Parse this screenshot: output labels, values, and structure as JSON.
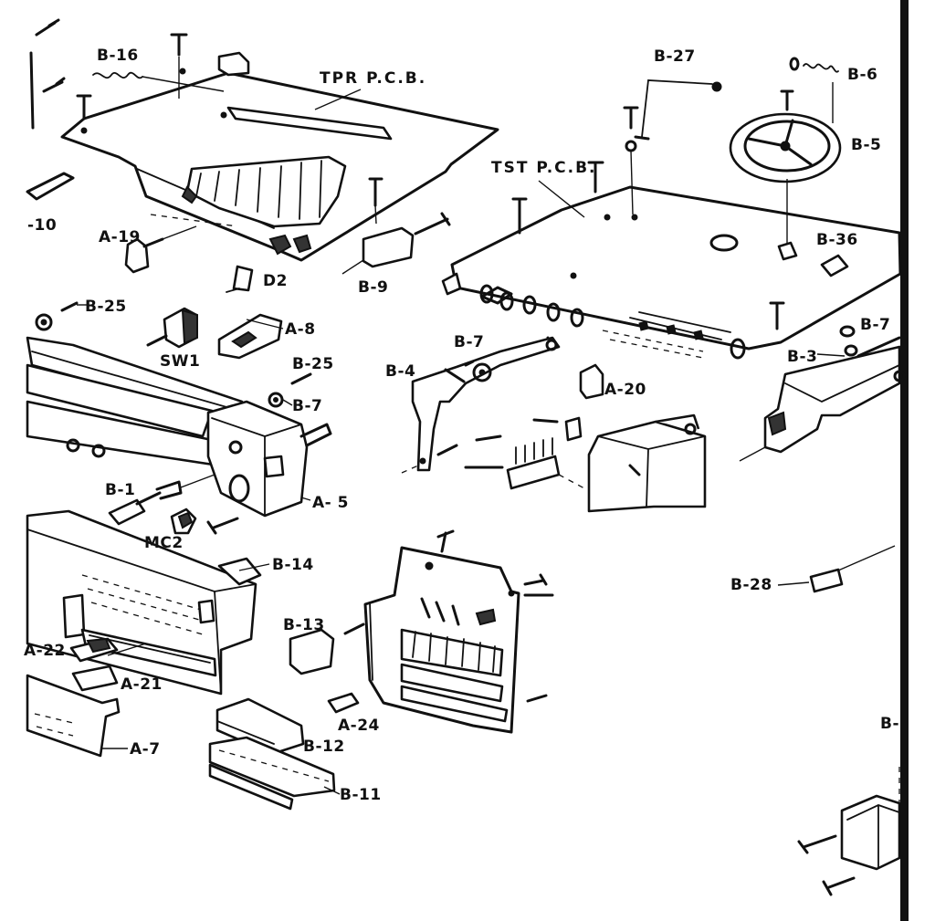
{
  "labels": {
    "b16": "B-16",
    "tpr_pcb": "TPR P.C.B.",
    "a19": "A-19",
    "b10": "-10",
    "d2": "D2",
    "b9": "B-9",
    "b25_top": "B-25",
    "a8": "A-8",
    "sw1": "SW1",
    "b25_mid": "B-25",
    "b7_left": "B-7",
    "b1": "B-1",
    "mc2": "MC2",
    "a5": "A- 5",
    "b14": "B-14",
    "b13": "B-13",
    "a22": "A-22",
    "a21": "A-21",
    "a7": "A-7",
    "a24": "A-24",
    "b12": "B-12",
    "b11": "B-11",
    "b27": "B-27",
    "b6": "B-6",
    "b5": "B-5",
    "tst_pcb": "TST P.C.B.",
    "b36": "B-36",
    "b7_right": "B-7",
    "b3": "B-3",
    "b7_center": "B-7",
    "b4": "B-4",
    "a20": "A-20",
    "b28": "B-28",
    "b_cut": "B-"
  }
}
